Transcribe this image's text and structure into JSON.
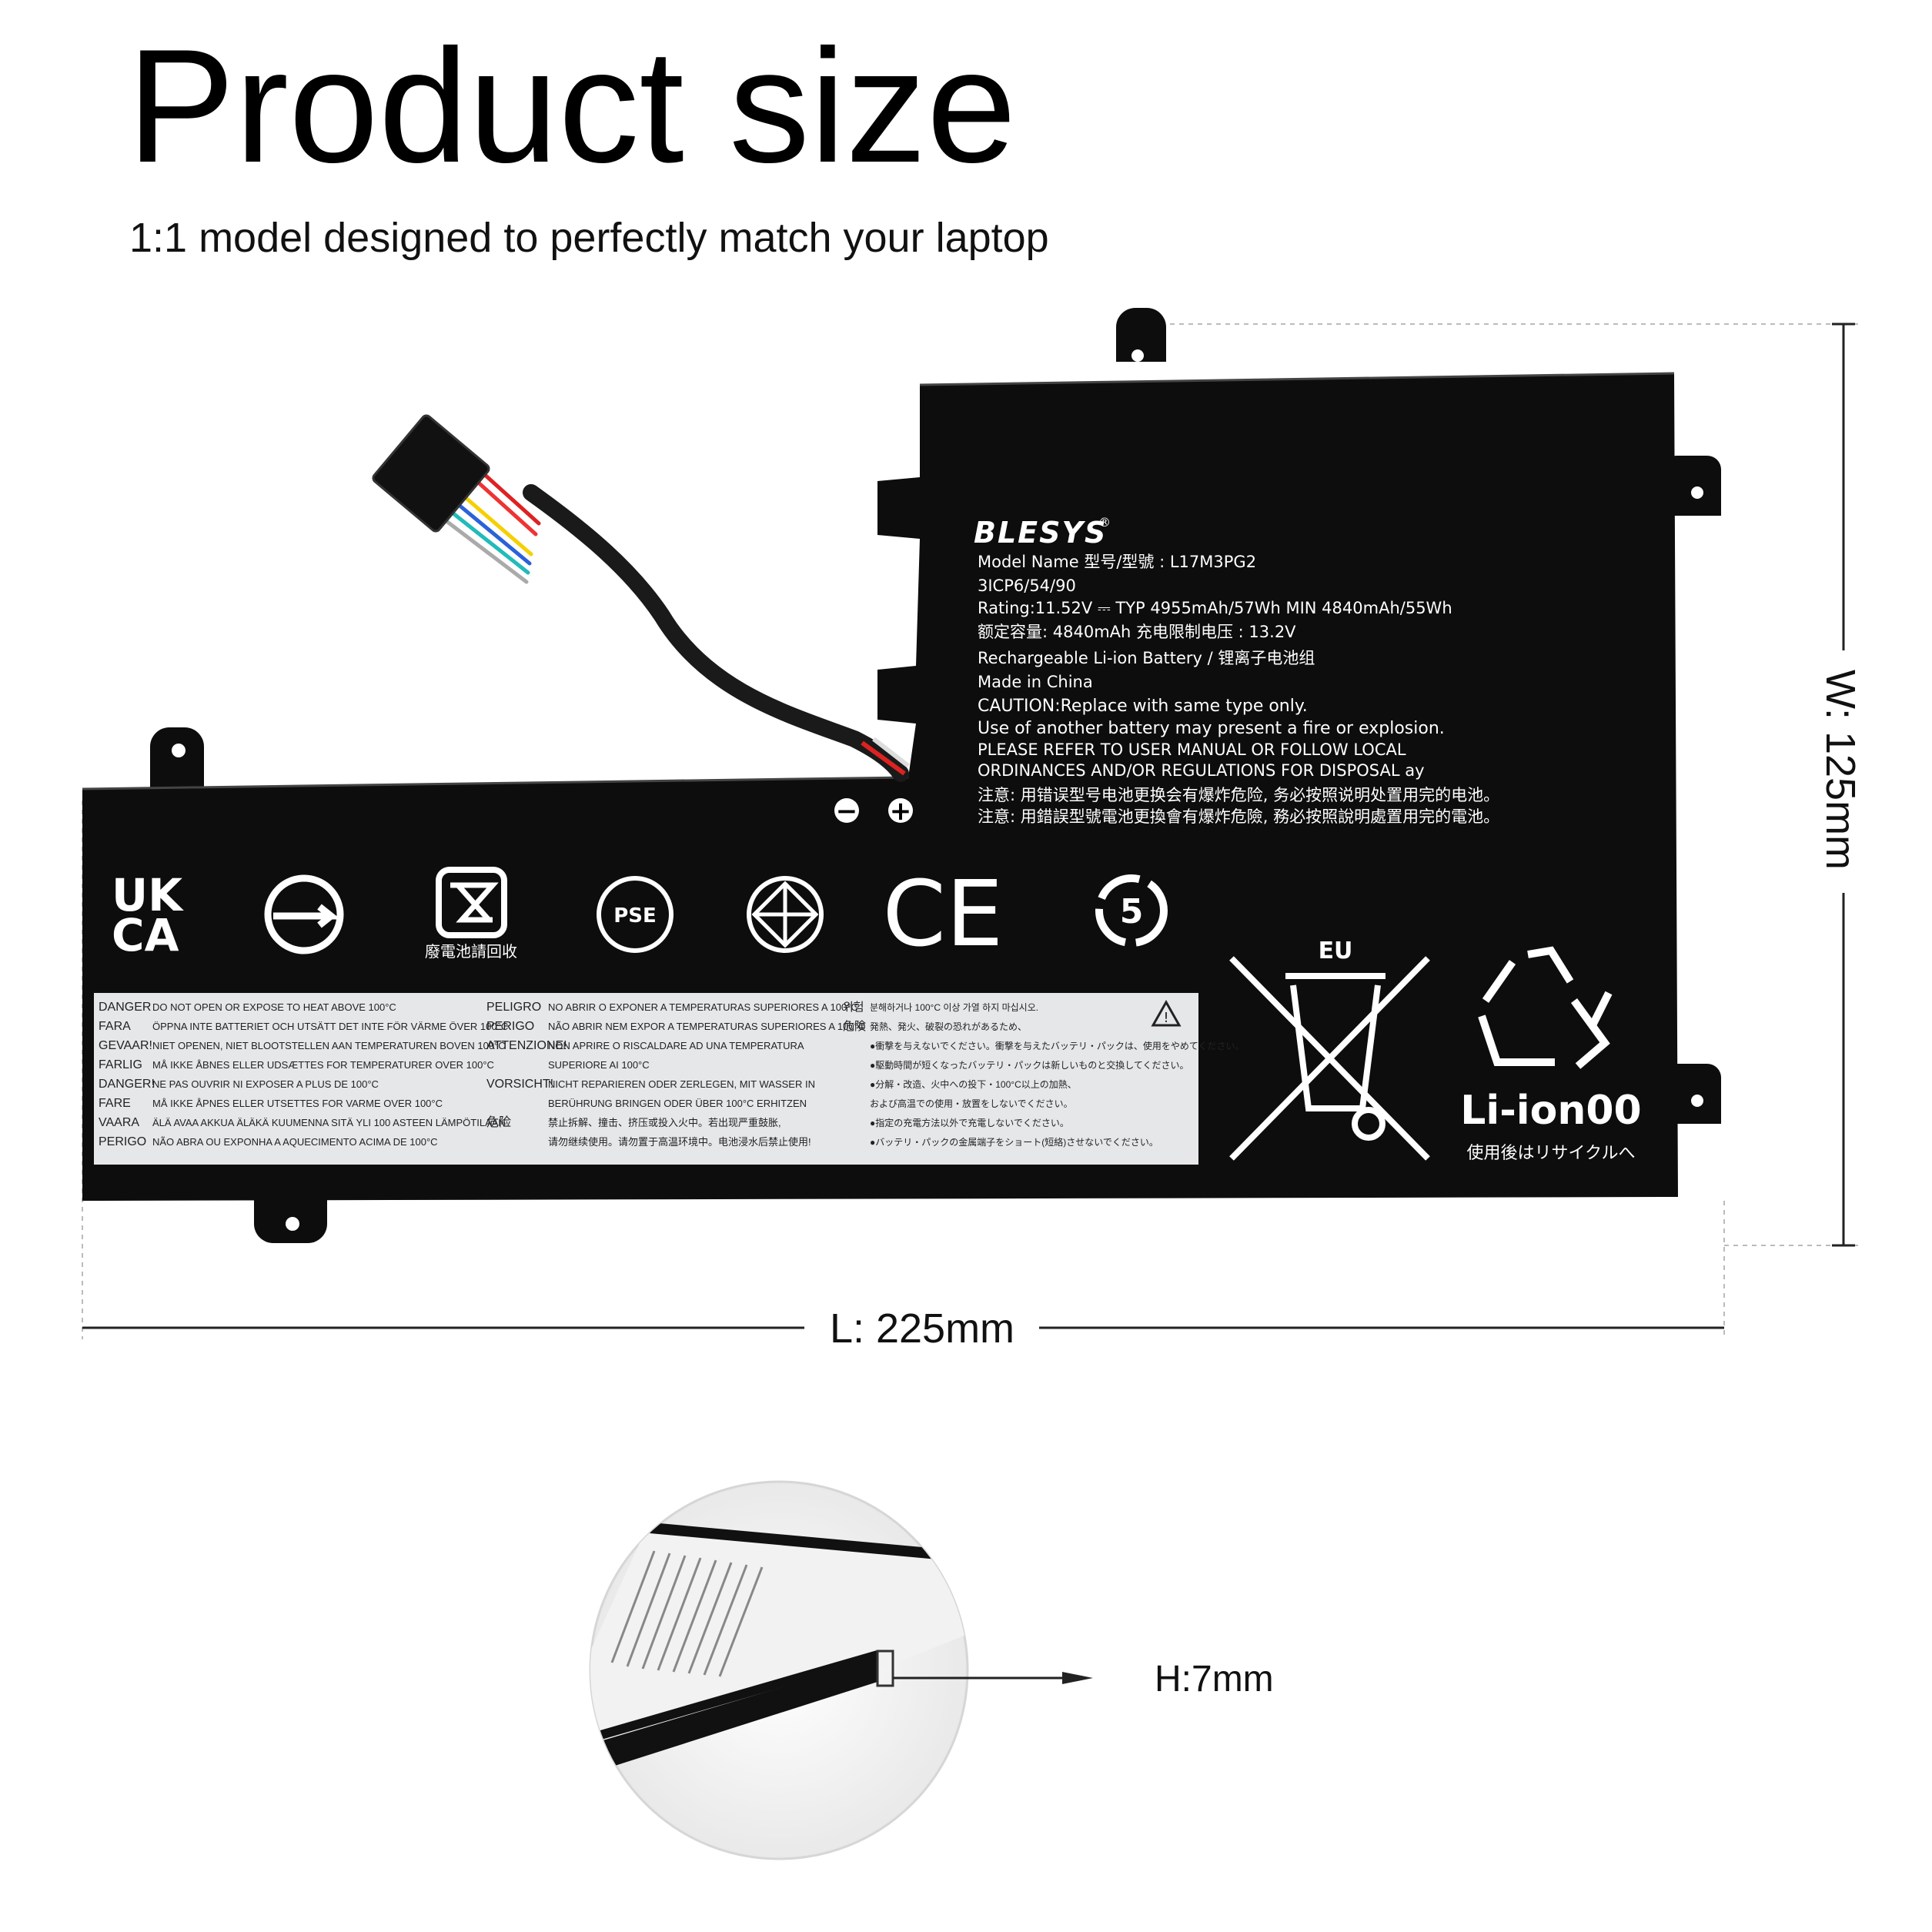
{
  "header": {
    "title": "Product size",
    "subtitle": "1:1 model designed to perfectly match your laptop"
  },
  "dimensions": {
    "width_label": "W: 125mm",
    "length_label": "L: 225mm",
    "height_label": "H:7mm"
  },
  "battery_label": {
    "brand": "BLESYS",
    "registered_mark": "®",
    "model_name": "Model Name  型号/型號 : L17M3PG2",
    "cell_code": "3ICP6/54/90",
    "rating": "Rating:11.52V ⎓ TYP 4955mAh/57Wh MIN 4840mAh/55Wh",
    "rated_capacity": "额定容量: 4840mAh     充电限制电压 : 13.2V",
    "battery_type": "Rechargeable Li-ion Battery / 锂离子电池组",
    "origin": "Made in China",
    "caution_1": "CAUTION:Replace with same type only.",
    "caution_2": "Use of another battery may present a fire or explosion.",
    "caution_3": "PLEASE REFER TO USER MANUAL OR FOLLOW LOCAL",
    "caution_4": "ORDINANCES AND/OR REGULATIONS FOR DISPOSAL  ay",
    "caution_zh_s": "注意: 用错误型号电池更换会有爆炸危险, 务必按照说明处置用完的电池。",
    "caution_zh_t": "注意: 用錯誤型號電池更換會有爆炸危險, 務必按照說明處置用完的電池。",
    "minus": "−",
    "plus": "+"
  },
  "certifications": {
    "ukca_line1": "UK",
    "ukca_line2": "CA",
    "pse": "PSE",
    "ce": "CE",
    "recycle_number": "5",
    "taiwan_recycle": "廢電池請回收",
    "eu": "EU",
    "li_ion": "Li-ion00",
    "japan_recycle": "使用後はリサイクルへ"
  },
  "warnings": {
    "col1": [
      {
        "k": "DANGER",
        "t": "DO NOT OPEN OR EXPOSE TO HEAT ABOVE 100°C"
      },
      {
        "k": "FARA",
        "t": "ÖPPNA INTE BATTERIET OCH UTSÄTT DET INTE FÖR VÄRME ÖVER 100°C"
      },
      {
        "k": "GEVAAR!",
        "t": "NIET OPENEN, NIET BLOOTSTELLEN AAN TEMPERATUREN BOVEN 100°C"
      },
      {
        "k": "FARLIG",
        "t": "MÅ IKKE ÅBNES ELLER UDSÆTTES FOR TEMPERATURER OVER 100°C"
      },
      {
        "k": "DANGER!",
        "t": "NE PAS OUVRIR NI EXPOSER A PLUS DE 100°C"
      },
      {
        "k": "FARE",
        "t": "MÅ IKKE ÅPNES ELLER UTSETTES FOR VARME OVER 100°C"
      },
      {
        "k": "VAARA",
        "t": "ÄLÄ AVAA AKKUA ÄLÄKÄ KUUMENNA SITÄ YLI 100 ASTEEN LÄMPÖTILAAN"
      },
      {
        "k": "PERIGO",
        "t": "NÃO ABRA OU EXPONHA A  AQUECIMENTO ACIMA DE 100°C"
      }
    ],
    "col2": [
      {
        "k": "PELIGRO",
        "t": "NO ABRIR O EXPONER A TEMPERATURAS SUPERIORES A 100°C"
      },
      {
        "k": "PERIGO",
        "t": "NÃO ABRIR NEM EXPOR A TEMPERATURAS SUPERIORES A 100°C"
      },
      {
        "k": "ATTENZIONE!",
        "t": "NON APRIRE O RISCALDARE AD UNA TEMPERATURA"
      },
      {
        "k": "",
        "t": "SUPERIORE AI 100°C"
      },
      {
        "k": "VORSICHT!",
        "t": "NICHT REPARIEREN ODER ZERLEGEN, MIT WASSER IN"
      },
      {
        "k": "",
        "t": "BERÜHRUNG  BRINGEN ODER ÜBER 100°C ERHITZEN"
      },
      {
        "k": "危险",
        "t": "禁止拆解、撞击、挤压或投入火中。若出现严重鼓胀,"
      },
      {
        "k": "",
        "t": "请勿继续使用。请勿置于高温环境中。电池浸水后禁止使用!"
      }
    ],
    "col3": [
      {
        "k": "위험",
        "t": "분해하거나 100°C 이상 가열 하지 마십시오."
      },
      {
        "k": "危険",
        "t": "発熱、発火、破裂の恐れがあるため、"
      },
      {
        "k": "",
        "t": "●衝撃を与えないでください。衝撃を与えたバッテリ・パックは、使用をやめてください。"
      },
      {
        "k": "",
        "t": "●駆動時間が短くなったバッテリ・パックは新しいものと交換してください。"
      },
      {
        "k": "",
        "t": "●分解・改造、火中への投下・100°C以上の加熱、"
      },
      {
        "k": "",
        "t": "  および高温での使用・放置をしないでください。"
      },
      {
        "k": "",
        "t": "●指定の充電方法以外で充電しないでください。"
      },
      {
        "k": "",
        "t": "●バッテリ・パックの金属端子をショート(短絡)させないでください。"
      }
    ]
  },
  "colors": {
    "battery": "#0d0d0d",
    "label_panel": "#e6e7e9",
    "text_on_battery": "#ffffff",
    "dimension_line": "#222222"
  }
}
